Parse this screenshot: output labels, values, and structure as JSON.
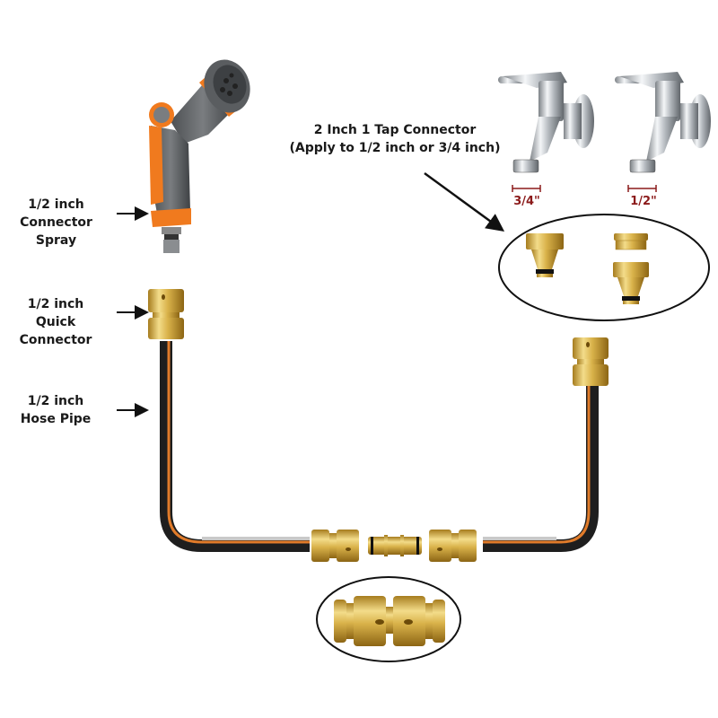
{
  "labels": {
    "spray": {
      "line1": "1/2 inch",
      "line2": "Connector Spray"
    },
    "quick_connector": {
      "line1": "1/2 inch",
      "line2": "Quick Connector"
    },
    "hose_pipe": {
      "line1": "1/2 inch",
      "line2": "Hose Pipe"
    },
    "tap_connector": {
      "line1": "2 Inch 1 Tap Connector",
      "line2": "(Apply to 1/2 inch or 3/4 inch)"
    }
  },
  "tap_sizes": [
    {
      "label": "3/4\""
    },
    {
      "label": "1/2\""
    }
  ],
  "colors": {
    "brass": "#d9b24a",
    "brass_dark": "#a67c1e",
    "brass_light": "#f3dc8a",
    "hose_black": "#1e1e1e",
    "hose_orange": "#e07b2a",
    "hose_gray": "#c9c9c9",
    "spray_orange": "#f07a1e",
    "spray_gray": "#6a6d70",
    "chrome": "#c8ccd0",
    "size_red": "#8b1a1a",
    "arrow": "#111111"
  }
}
